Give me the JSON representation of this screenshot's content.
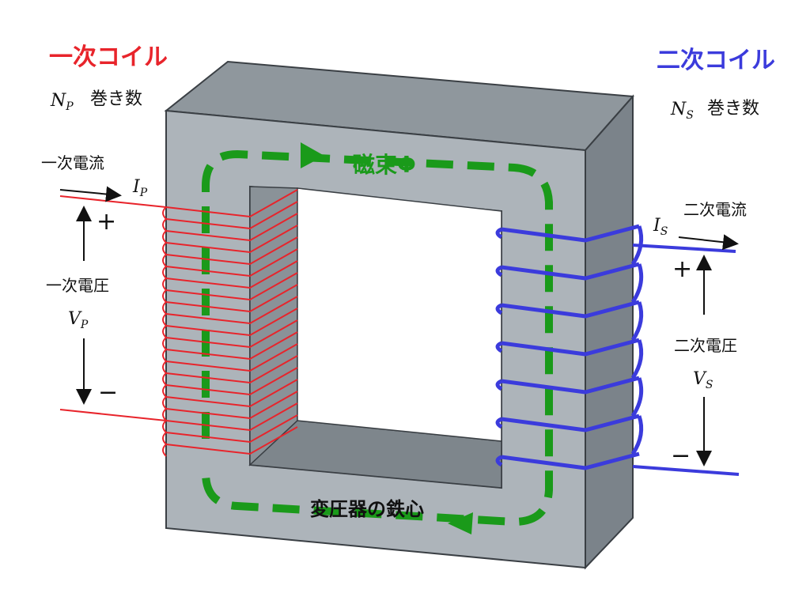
{
  "primary": {
    "title": "一次コイル",
    "turns_symbol": "N",
    "turns_sub": "P",
    "turns_label": "巻き数",
    "current_label": "一次電流",
    "current_symbol": "I",
    "current_sub": "P",
    "voltage_label": "一次電圧",
    "voltage_symbol": "V",
    "voltage_sub": "P",
    "plus": "+",
    "minus": "−",
    "color": "#e8242b"
  },
  "secondary": {
    "title": "二次コイル",
    "turns_symbol": "N",
    "turns_sub": "S",
    "turns_label": "巻き数",
    "current_label": "二次電流",
    "current_symbol": "I",
    "current_sub": "S",
    "voltage_label": "二次電圧",
    "voltage_symbol": "V",
    "voltage_sub": "S",
    "plus": "+",
    "minus": "−",
    "color": "#3b3bdc"
  },
  "core": {
    "flux_label": "磁束Φ",
    "core_label": "変圧器の鉄心",
    "flux_color": "#1a9a1a"
  }
}
